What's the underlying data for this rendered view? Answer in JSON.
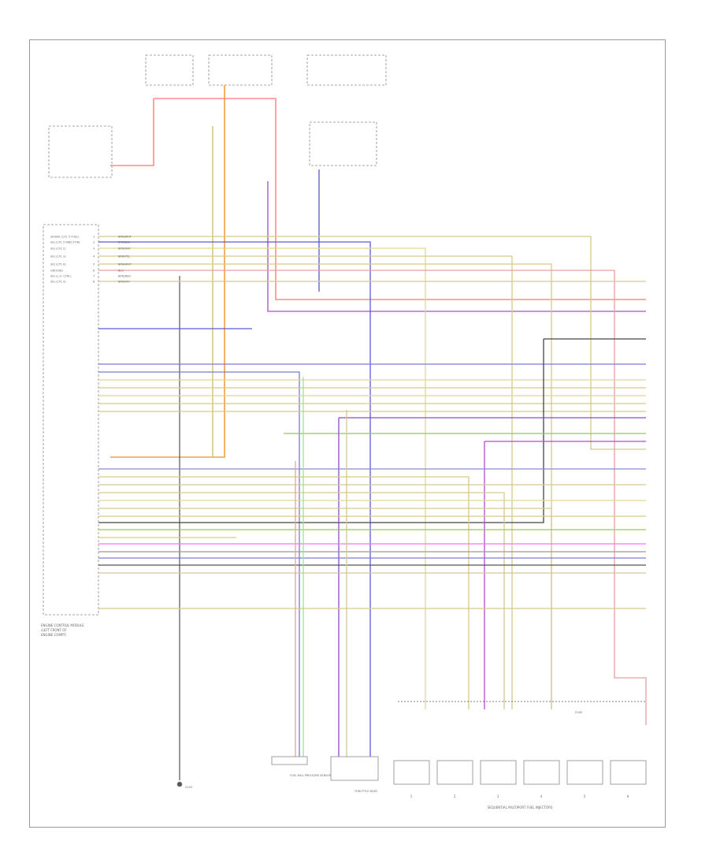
{
  "sheet_id": "",
  "ecm": {
    "title": "ENGINE CONTROL MODULE",
    "lines": [
      "(LEFT FRONT OF",
      "ENGINE COMPT)"
    ]
  },
  "ecm_pins": [
    {
      "pin": "1",
      "label": "SIGNAL (CYL 5 FUEL)",
      "wire": "BRN/WHT",
      "code": "",
      "color": "#d6c98a"
    },
    {
      "pin": "2",
      "label": "SIG (CYL 5 INJECTOR)",
      "wire": "BRN/BLU",
      "code": "",
      "color": "#5a5ad6"
    },
    {
      "pin": "3",
      "label": "SIG (CYL 2)",
      "wire": "BRN/GRY",
      "code": "",
      "color": "#d6c98a"
    },
    {
      "pin": "4",
      "label": "SIG (CYL 3)",
      "wire": "BRN/YEL",
      "code": "",
      "color": "#e0d890"
    },
    {
      "pin": "5",
      "label": "SIG (CYL 6)",
      "wire": "BRN/WHT",
      "code": "",
      "color": "#d6c98a"
    },
    {
      "pin": "6",
      "label": "GROUND",
      "wire": "BLK",
      "code": "",
      "color": "#555555"
    },
    {
      "pin": "7",
      "label": "SIG (L.O. CTRL)",
      "wire": "BRN/RED",
      "code": "",
      "color": "#e8a0a0"
    },
    {
      "pin": "8",
      "label": "SIG (CYL 4)",
      "wire": "BRN/VIO",
      "code": "",
      "color": "#b070d0"
    }
  ],
  "fuel_injector_group": "SEQUENTIAL MULTIPORT FUEL INJECTORS",
  "injector_numbers": [
    "1",
    "2",
    "3",
    "4",
    "5",
    "6"
  ],
  "bottom_labels": {
    "ground": "G103",
    "fuel_pressure_sensor": "FUEL RAIL PRESSURE SENSOR",
    "throttle_body": "THROTTLE BODY",
    "fuse": "FUSE"
  }
}
